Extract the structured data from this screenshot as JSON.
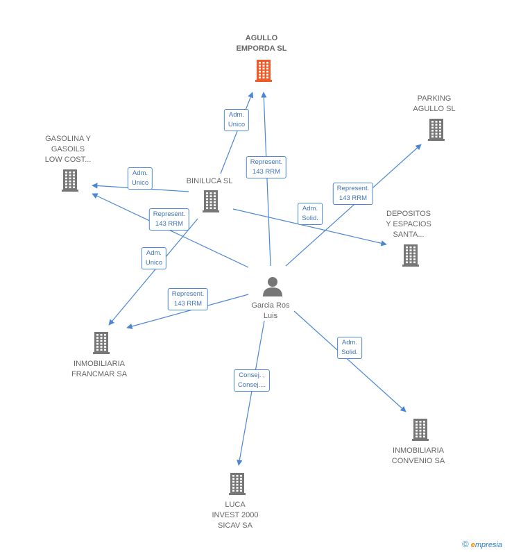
{
  "colors": {
    "edge": "#4a86d4",
    "highlight_building": "#f05a28",
    "building": "#777777",
    "person": "#777777"
  },
  "nodes": [
    {
      "id": "agullo",
      "type": "company",
      "icon": "building-icon",
      "highlight": true,
      "lines": [
        "AGULLO",
        "EMPORDA SL"
      ]
    },
    {
      "id": "parking",
      "type": "company",
      "icon": "building-icon",
      "lines": [
        "PARKING",
        "AGULLO SL"
      ]
    },
    {
      "id": "gasolina",
      "type": "company",
      "icon": "building-icon",
      "lines": [
        "GASOLINA Y",
        "GASOILS",
        "LOW COST..."
      ]
    },
    {
      "id": "biniluca",
      "type": "company",
      "icon": "building-icon",
      "lines": [
        "BINILUCA SL"
      ]
    },
    {
      "id": "depositos",
      "type": "company",
      "icon": "building-icon",
      "lines": [
        "DEPOSITOS",
        "Y ESPACIOS",
        "SANTA..."
      ]
    },
    {
      "id": "garcia",
      "type": "person",
      "icon": "person-icon",
      "lines": [
        "Garcia Ros",
        "Luis"
      ]
    },
    {
      "id": "francmar",
      "type": "company",
      "icon": "building-icon",
      "lines": [
        "INMOBILIARIA",
        "FRANCMAR SA"
      ]
    },
    {
      "id": "convenio",
      "type": "company",
      "icon": "building-icon",
      "lines": [
        "INMOBILIARIA",
        "CONVENIO SA"
      ]
    },
    {
      "id": "luca",
      "type": "company",
      "icon": "building-icon",
      "lines": [
        "LUCA",
        "INVEST 2000",
        "SICAV SA"
      ]
    }
  ],
  "edges": [
    {
      "from": "biniluca",
      "to": "agullo",
      "lines": [
        "Adm.",
        "Unico"
      ]
    },
    {
      "from": "garcia",
      "to": "agullo",
      "lines": [
        "Represent.",
        "143 RRM"
      ]
    },
    {
      "from": "garcia",
      "to": "parking",
      "lines": [
        "Represent.",
        "143 RRM"
      ]
    },
    {
      "from": "biniluca",
      "to": "gasolina",
      "lines": [
        "Adm.",
        "Unico"
      ]
    },
    {
      "from": "garcia",
      "to": "gasolina",
      "lines": [
        "Represent.",
        "143 RRM"
      ]
    },
    {
      "from": "biniluca",
      "to": "depositos",
      "lines": [
        "Adm.",
        "Solid."
      ]
    },
    {
      "from": "biniluca",
      "to": "francmar",
      "lines": [
        "Adm.",
        "Unico"
      ]
    },
    {
      "from": "garcia",
      "to": "francmar",
      "lines": [
        "Represent.",
        "143 RRM"
      ]
    },
    {
      "from": "garcia",
      "to": "convenio",
      "lines": [
        "Adm.",
        "Solid."
      ]
    },
    {
      "from": "garcia",
      "to": "luca",
      "lines": [
        "Consej. ,",
        "Consej...."
      ]
    }
  ],
  "footer": {
    "copyright": "©",
    "brand_first": "e",
    "brand_rest": "mpresia"
  }
}
